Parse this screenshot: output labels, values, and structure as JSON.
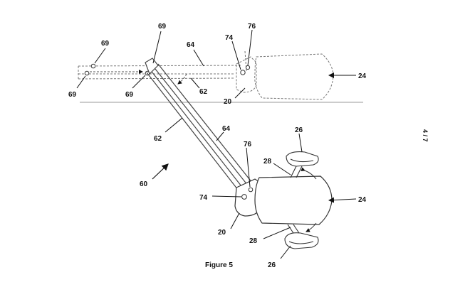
{
  "figure": {
    "caption": "Figure 5",
    "sheet": "4 / 7",
    "labels": {
      "l69a": "69",
      "l69b": "69",
      "l69c": "69",
      "l69d": "69",
      "l64top": "64",
      "l74top": "74",
      "l76top": "76",
      "l24top": "24",
      "l62top": "62",
      "l20top": "20",
      "l62diag": "62",
      "l64diag": "64",
      "l60": "60",
      "l26top": "26",
      "l28top": "28",
      "l76bot": "76",
      "l74bot": "74",
      "l24bot": "24",
      "l20bot": "20",
      "l28bot": "28",
      "l26bot": "26"
    }
  }
}
